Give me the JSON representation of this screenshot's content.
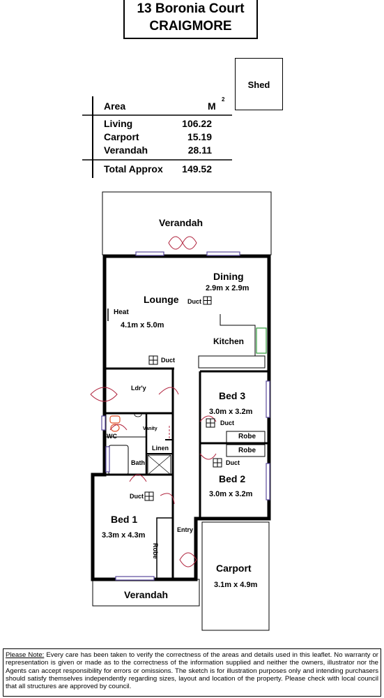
{
  "title": {
    "line1": "13 Boronia Court",
    "line2": "CRAIGMORE"
  },
  "shed": {
    "label": "Shed"
  },
  "area_table": {
    "header": {
      "label": "Area",
      "unit": "M",
      "unit_sup": "2"
    },
    "rows": [
      {
        "label": "Living",
        "value": "106.22"
      },
      {
        "label": "Carport",
        "value": "15.19"
      },
      {
        "label": "Verandah",
        "value": "28.11"
      }
    ],
    "total": {
      "label": "Total Approx",
      "value": "149.52"
    }
  },
  "rooms": {
    "verandah_top": "Verandah",
    "dining": {
      "name": "Dining",
      "size": "2.9m x 2.9m"
    },
    "lounge": {
      "name": "Lounge",
      "size": "4.1m x 5.0m"
    },
    "heat": "Heat",
    "kitchen": "Kitchen",
    "laundry": "Ldr'y",
    "wc": "WC",
    "vanity": "Vanity",
    "linen": "Linen",
    "bath": "Bath",
    "bed3": {
      "name": "Bed 3",
      "size": "3.0m x 3.2m"
    },
    "robe": "Robe",
    "bed2": {
      "name": "Bed 2",
      "size": "3.0m x 3.2m"
    },
    "bed1": {
      "name": "Bed 1",
      "size": "3.3m x 4.3m"
    },
    "entry": "Entry",
    "carport": {
      "name": "Carport",
      "size": "3.1m x 4.9m"
    },
    "verandah_bottom": "Verandah",
    "duct": "Duct"
  },
  "note": {
    "heading": "Please Note:",
    "text": " Every care has been taken to verify the correctness of the areas and details used in this leaflet. No warranty or representation is given or made as to the correctness of the information supplied and neither the owners, illustrator nor the Agents can accept responsibility for errors or omissions. The sketch is for illustration purposes only and intending purchasers should satisfy themselves independently regarding sizes, layout and location of the property. Please check with local council that all structures are approved by council."
  },
  "colors": {
    "wall": "#000000",
    "door": "#b0233d",
    "window": "#5a4a9c",
    "kitchen_green": "#2e9a3a",
    "wc_orange": "#e0502a"
  }
}
